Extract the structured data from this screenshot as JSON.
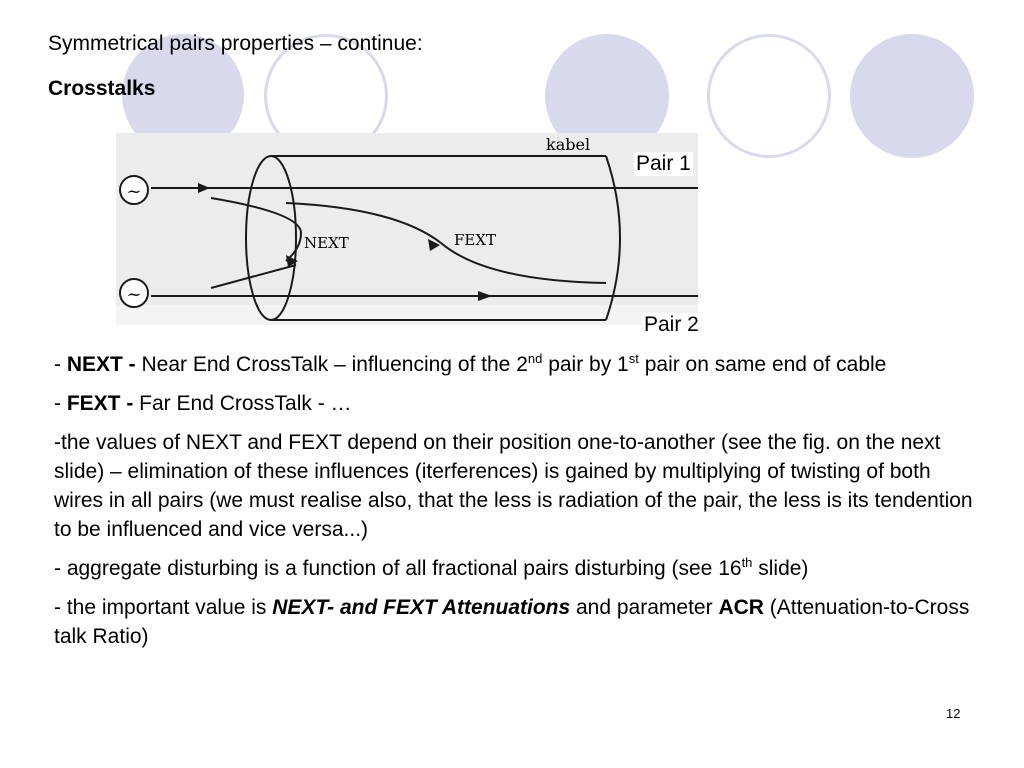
{
  "slide": {
    "title": "Symmetrical pairs properties – continue:",
    "subtitle": "Crosstalks",
    "page_number": "12"
  },
  "figure": {
    "cable_label": "kabel",
    "next_label": "NEXT",
    "fext_label": "FEXT",
    "source_symbol": "~",
    "pair1_label": "Pair 1",
    "pair2_label": "Pair 2"
  },
  "paragraphs": {
    "p1": {
      "lead": "- ",
      "term": "NEXT - ",
      "text_a": "Near End CrossTalk – influencing of the 2",
      "sup_a": "nd",
      "text_b": " pair by 1",
      "sup_b": "st",
      "text_c": " pair on same end of cable"
    },
    "p2": {
      "lead": "- ",
      "term": "FEXT - ",
      "text": "Far End CrossTalk - …"
    },
    "p3": {
      "text": "-the values of NEXT and FEXT depend on their position one-to-another (see the fig. on the next slide) – elimination of these influences (iterferences) is gained by multiplying of twisting of both wires in all pairs (we must realise also, that the less is radiation of the pair, the less is its tendention to be influenced and vice versa...)"
    },
    "p4": {
      "text_a": "- aggregate disturbing is a function of all fractional pairs disturbing (see 16",
      "sup": "th",
      "text_b": " slide)"
    },
    "p5": {
      "text_a": "- the important value is ",
      "emph": "NEXT- and FEXT Attenuations",
      "text_b": " and parameter ",
      "term": "ACR",
      "text_c": " (Attenuation-to-Cross talk Ratio)"
    }
  },
  "colors": {
    "decor_circle": "#d9d9ee"
  }
}
